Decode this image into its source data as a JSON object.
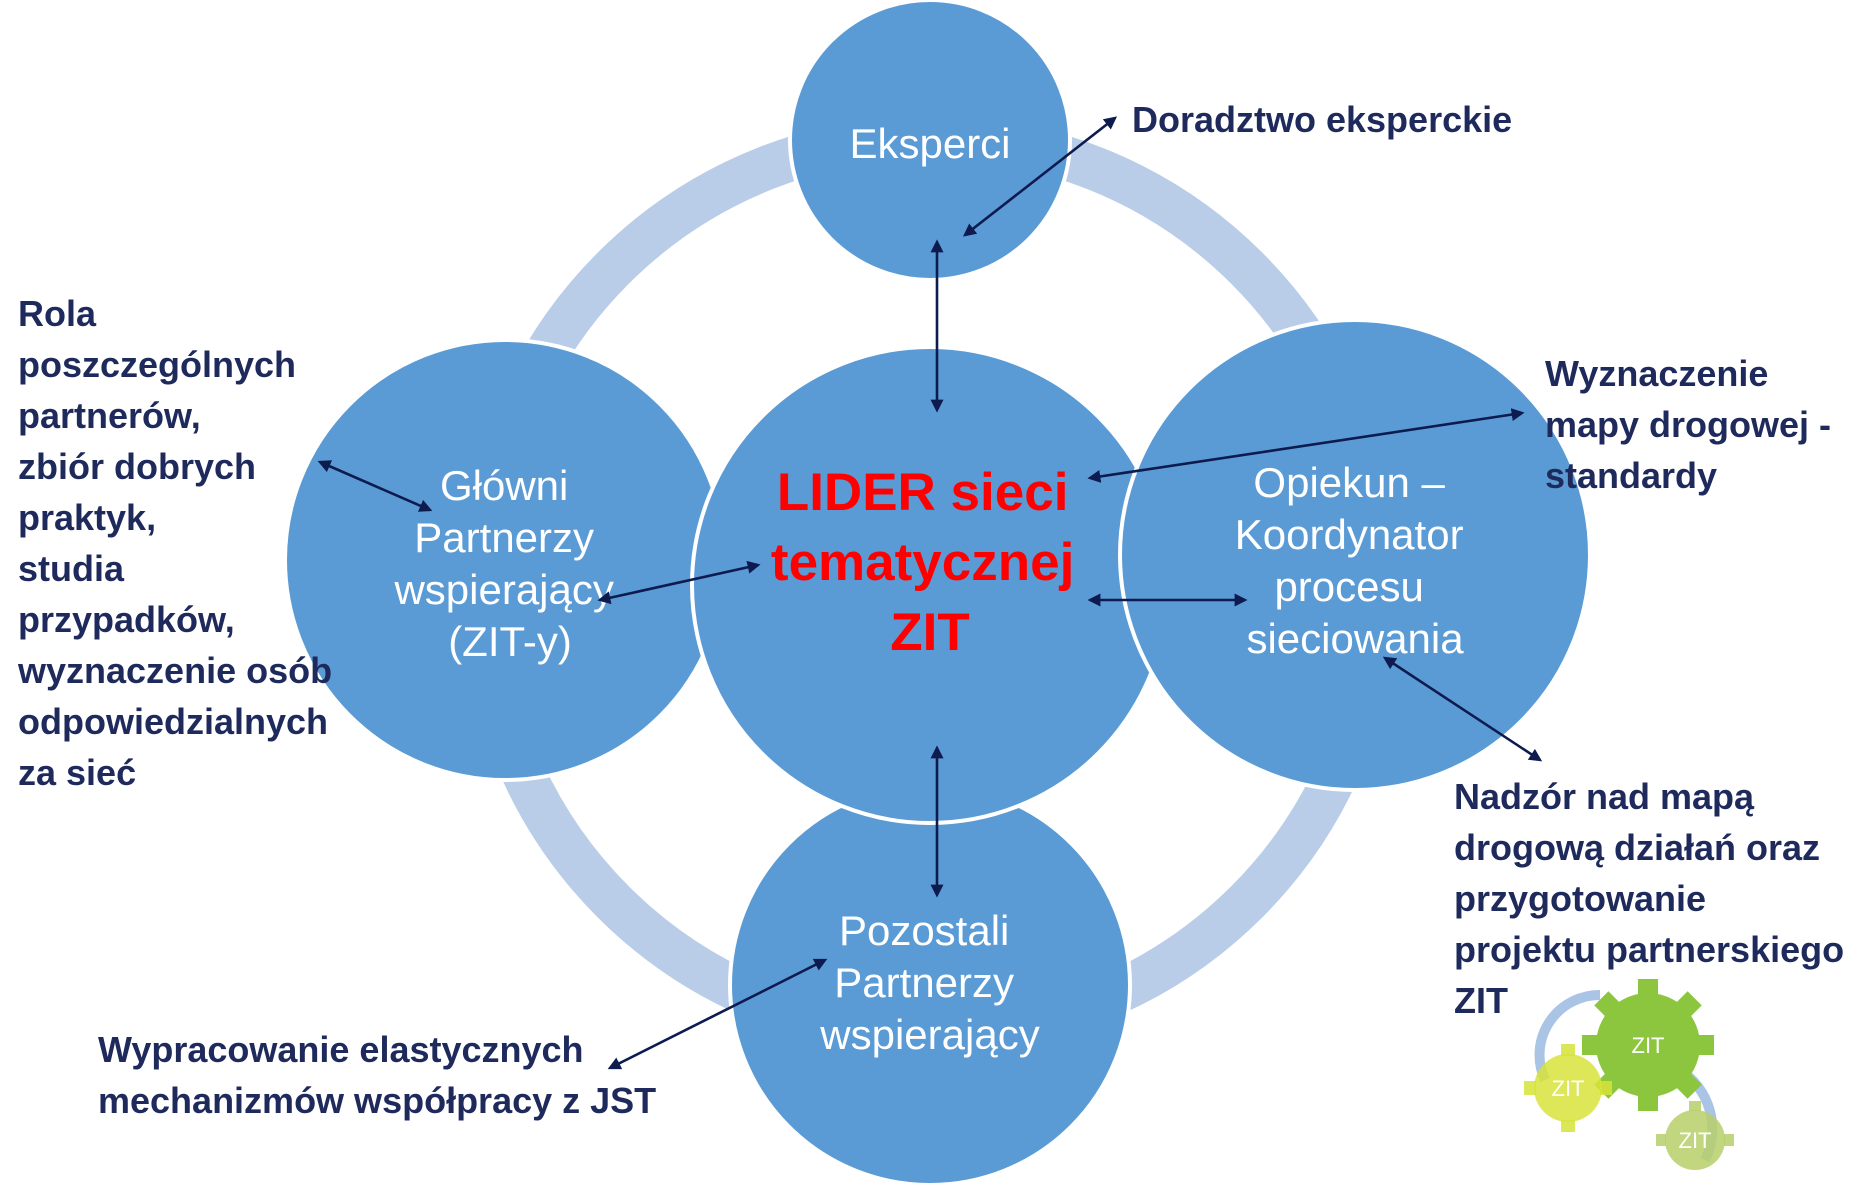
{
  "colors": {
    "ring": "#b9cde8",
    "node": "#5b9bd5",
    "node_stroke": "#ffffff",
    "center_text": "#ff0000",
    "annotation_text": "#1f2a5c",
    "arrow": "#0d1b4f"
  },
  "nodes": {
    "center": {
      "lines": [
        "LIDER sieci",
        "tematycznej",
        "ZIT"
      ]
    },
    "top": {
      "lines": [
        "Eksperci"
      ]
    },
    "left": {
      "lines": [
        "Główni",
        "Partnerzy",
        "wspierający",
        "(ZIT-y)"
      ]
    },
    "right": {
      "lines": [
        "Opiekun –",
        "Koordynator",
        "procesu",
        "sieciowania"
      ]
    },
    "bottom": {
      "lines": [
        "Pozostali",
        "Partnerzy",
        "wspierający"
      ]
    }
  },
  "annotations": {
    "top_right": {
      "lines": [
        "Doradztwo eksperckie"
      ]
    },
    "left": {
      "lines": [
        "Rola",
        "poszczególnych",
        "partnerów,",
        "zbiór dobrych",
        "praktyk,",
        "studia",
        "przypadków,",
        "wyznaczenie osób",
        "odpowiedzialnych",
        "za sieć"
      ]
    },
    "right": {
      "lines": [
        "Wyznaczenie",
        "mapy drogowej -",
        "standardy"
      ]
    },
    "bottom_right": {
      "lines": [
        "Nadzór nad mapą",
        "drogową działań oraz",
        "przygotowanie",
        "projektu partnerskiego",
        "ZIT"
      ]
    },
    "bottom_left": {
      "lines": [
        "Wypracowanie elastycznych",
        "mechanizmów współpracy z JST"
      ]
    }
  },
  "gears": {
    "labels": [
      "ZIT",
      "ZIT",
      "ZIT"
    ],
    "colors": [
      "#8cc63e",
      "#d7e33a",
      "#b7cf6a"
    ]
  }
}
